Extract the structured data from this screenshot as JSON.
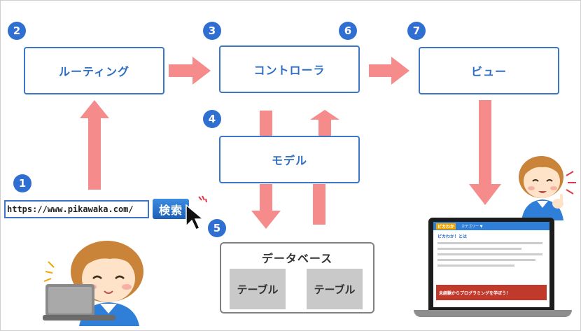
{
  "boxes": {
    "routing": "ルーティング",
    "controller": "コントローラ",
    "view": "ビュー",
    "model": "モデル"
  },
  "database": {
    "title": "データベース",
    "tables": [
      "テーブル",
      "テーブル"
    ]
  },
  "steps": [
    "1",
    "2",
    "3",
    "4",
    "5",
    "6",
    "7"
  ],
  "browser": {
    "url": "https://www.pikawaka.com/",
    "search_label": "検索"
  },
  "laptop_screen": {
    "site_logo": "ピカわか",
    "menu": "カテゴリー ▼",
    "heading": "ピカわか！とは",
    "banner": "未経験からプログラミングを学ぼう！"
  },
  "colors": {
    "box_border": "#3d78c8",
    "box_text": "#2f6fc3",
    "arrow": "#f58b8b",
    "step_circle": "#2f6fd2"
  }
}
